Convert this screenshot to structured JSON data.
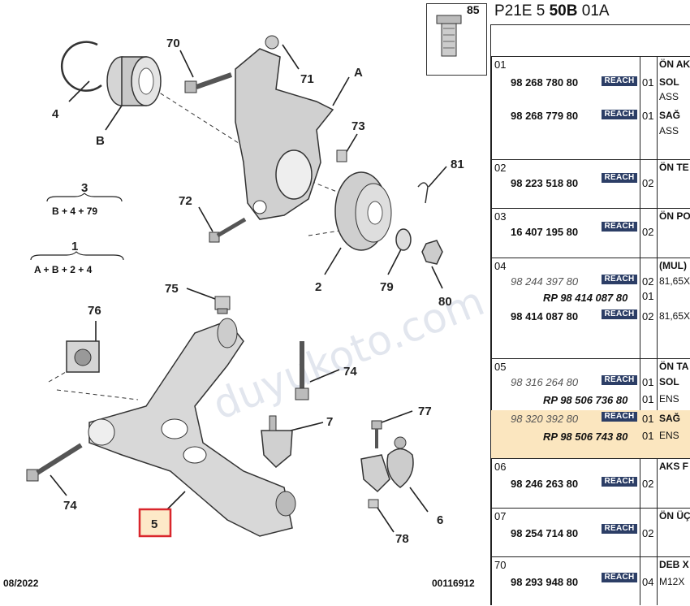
{
  "diagram": {
    "callouts": {
      "c70": "70",
      "c71": "71",
      "c4": "4",
      "cA": "A",
      "cB": "B",
      "c73": "73",
      "c81": "81",
      "c72": "72",
      "c2": "2",
      "c79": "79",
      "c80": "80",
      "c75": "75",
      "c76": "76",
      "c74a": "74",
      "c7": "7",
      "c77": "77",
      "c74b": "74",
      "c6": "6",
      "c78": "78",
      "c5": "5"
    },
    "formulas": [
      {
        "num": "3",
        "expr": "B + 4 + 79"
      },
      {
        "num": "1",
        "expr": "A + B + 2 + 4"
      }
    ],
    "date": "08/2022",
    "ref": "00116912",
    "watermark": "duyukoto.com",
    "thumb_num": "85"
  },
  "code": {
    "pre": "P21E 5 ",
    "bold": "50B",
    "post": " 01A"
  },
  "reach_label": "REACH",
  "rows": [
    {
      "idx": "01",
      "lines": [
        {
          "pn": "98 268 780 80",
          "reach": true,
          "qty": "01",
          "desc": "SOL"
        },
        {
          "desc": "ASS"
        },
        {
          "pn": "98 268 779 80",
          "reach": true,
          "qty": "01",
          "desc": "SAĞ"
        },
        {
          "desc": "ASS"
        }
      ],
      "title": "ÖN AK"
    },
    {
      "idx": "02",
      "title": "ÖN TE",
      "lines": [
        {
          "pn": "98 223 518 80",
          "reach": true,
          "qty": "02"
        }
      ]
    },
    {
      "idx": "03",
      "title": "ÖN PO",
      "lines": [
        {
          "pn": "16 407 195 80",
          "reach": true,
          "qty": "02"
        }
      ]
    },
    {
      "idx": "04",
      "title": "(MUL)",
      "lines": [
        {
          "pn": "98 244 397 80",
          "italic": true,
          "reach": true,
          "qty": "02",
          "desc": "81,65X"
        },
        {
          "rp": "RP 98 414 087 80",
          "qty": "01"
        },
        {
          "pn": "98 414 087 80",
          "reach": true,
          "qty": "02",
          "desc": "81,65X"
        }
      ]
    },
    {
      "idx": "05",
      "title": "ÖN TA",
      "lines": [
        {
          "pn": "98 316 264 80",
          "italic": true,
          "reach": true,
          "qty": "01",
          "desc": "SOL"
        },
        {
          "rp": "RP 98 506 736 80",
          "qty": "01",
          "desc": "ENS"
        },
        {
          "pn": "98 320 392 80",
          "italic": true,
          "reach": true,
          "qty": "01",
          "desc": "SAĞ"
        },
        {
          "rp": "RP 98 506 743 80",
          "qty": "01",
          "desc": "ENS"
        }
      ]
    },
    {
      "idx": "06",
      "title": "AKS F",
      "lines": [
        {
          "pn": "98 246 263 80",
          "reach": true,
          "qty": "02"
        }
      ]
    },
    {
      "idx": "07",
      "title": "ÖN ÜÇ",
      "lines": [
        {
          "pn": "98 254 714 80",
          "reach": true,
          "qty": "02"
        }
      ]
    },
    {
      "idx": "70",
      "title": "DEB X",
      "lines": [
        {
          "pn": "98 293 948 80",
          "reach": true,
          "qty": "04",
          "desc": "M12X"
        }
      ]
    }
  ]
}
